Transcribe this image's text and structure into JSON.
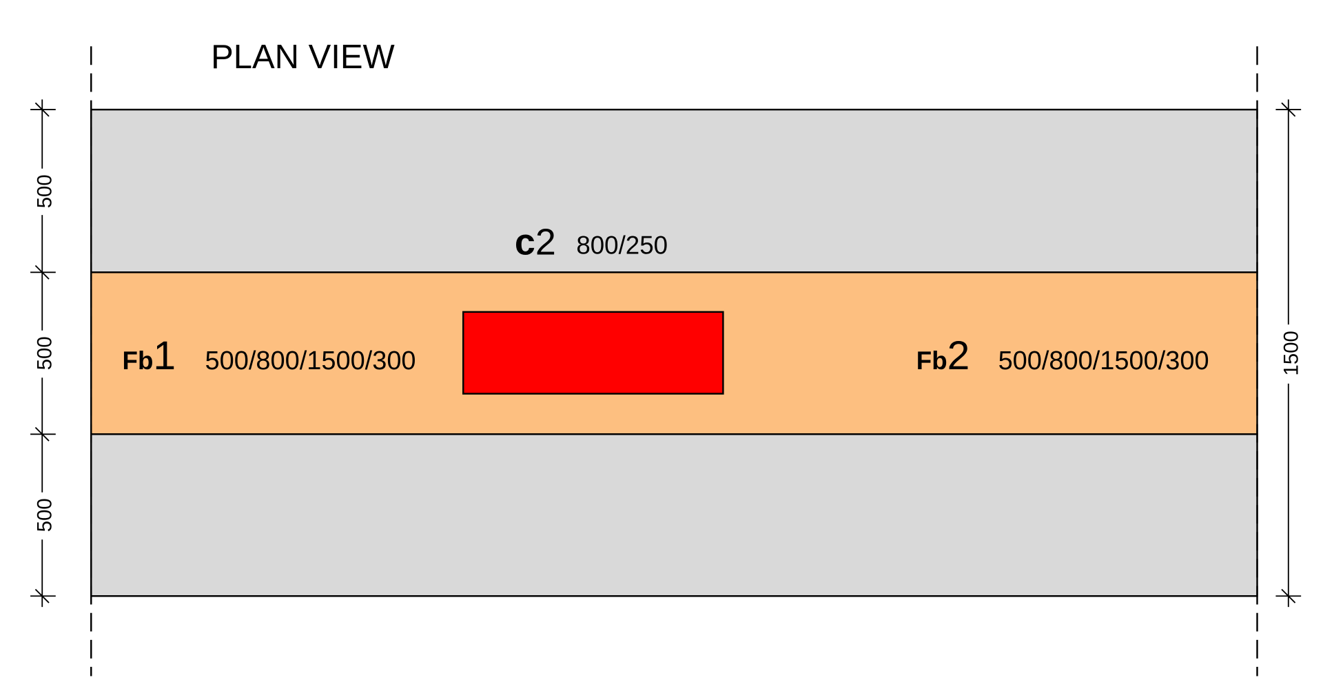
{
  "title": "PLAN VIEW",
  "column": {
    "name_prefix": "c",
    "name_number": "2",
    "dims": "800/250"
  },
  "beams": [
    {
      "name_prefix": "Fb",
      "name_number": "1",
      "dims": "500/800/1500/300"
    },
    {
      "name_prefix": "Fb",
      "name_number": "2",
      "dims": "500/800/1500/300"
    }
  ],
  "left_dimensions": [
    "500",
    "500",
    "500"
  ],
  "right_dimension": "1500",
  "colors": {
    "slab": "#d9d9d9",
    "beam": "#fdbf80",
    "column": "#ff0000"
  }
}
